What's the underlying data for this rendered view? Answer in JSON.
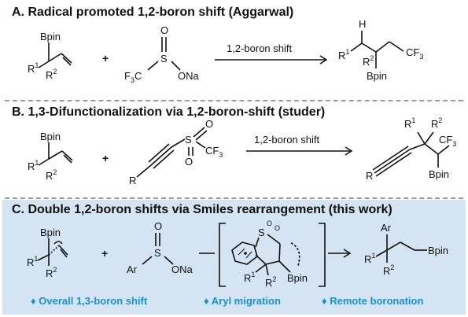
{
  "panels": {
    "a": {
      "title": "A. Radical promoted 1,2-boron shift (Aggarwal)",
      "arrow_label": "1,2-boron shift",
      "plus": "+"
    },
    "b": {
      "title": "B. 1,3-Difunctionalization via 1,2-boron-shift (studer)",
      "arrow_label": "1,2-boron shift",
      "plus": "+"
    },
    "c": {
      "title": "C. Double 1,2-boron shifts via Smiles rearrangement (this work)",
      "plus": "+",
      "features": [
        "♦ Overall 1,3-boron shift",
        "♦ Aryl migration",
        "♦ Remote boronation"
      ]
    }
  },
  "labels": {
    "bpin": "Bpin",
    "r1": "R",
    "r2": "R",
    "sup1": "1",
    "sup2": "2",
    "r": "R",
    "ar": "Ar",
    "cf3": "CF",
    "sub3": "3",
    "f3c": "F",
    "c_atom": "C",
    "s_atom": "S",
    "o_atom": "O",
    "ona": "ONa",
    "na_suffix": "Na",
    "h_atom": "H"
  },
  "colors": {
    "panel_c_background": "#d4e4f2",
    "feature_text": "#1a8fd3",
    "divider": "#9a9a9a"
  }
}
